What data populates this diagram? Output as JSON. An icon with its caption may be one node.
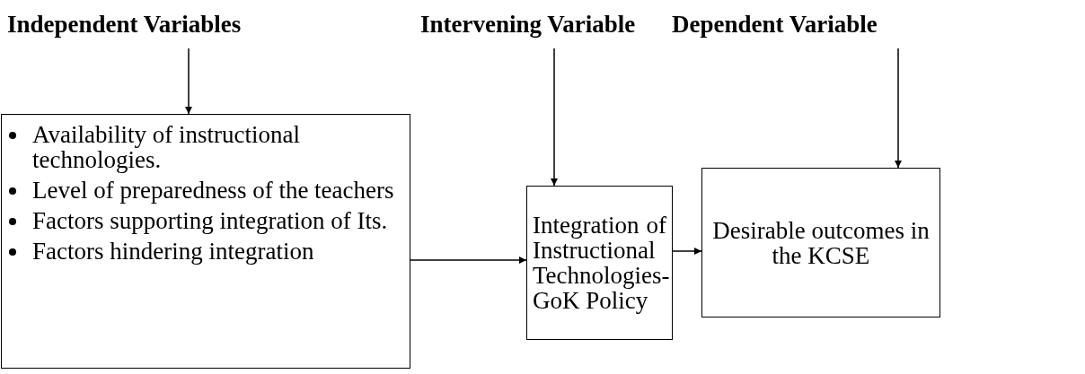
{
  "diagram": {
    "nodes": [
      {
        "text": [
          "Independent Variables"
        ]
      },
      {
        "text": [
          "Intervening Variable"
        ]
      },
      {
        "text": [
          "Dependent Variable"
        ]
      },
      {
        "text": [
          "Availability of instructional technologies.",
          "Level of preparedness of the teachers",
          "Factors supporting integration of Its.",
          "Factors hindering integration"
        ]
      },
      {
        "text": [
          "Integration of Instructional Technologies- GoK Policy"
        ]
      },
      {
        "text": [
          "Desirable outcomes in the KCSE"
        ]
      }
    ],
    "edges": [
      {
        "from": 0,
        "to": 3,
        "arrow": "to"
      },
      {
        "from": 1,
        "to": 4,
        "arrow": "to"
      },
      {
        "from": 2,
        "to": 5,
        "arrow": "to"
      },
      {
        "from": 3,
        "to": 4,
        "arrow": "to"
      },
      {
        "from": 4,
        "to": 5,
        "arrow": "to"
      }
    ]
  }
}
